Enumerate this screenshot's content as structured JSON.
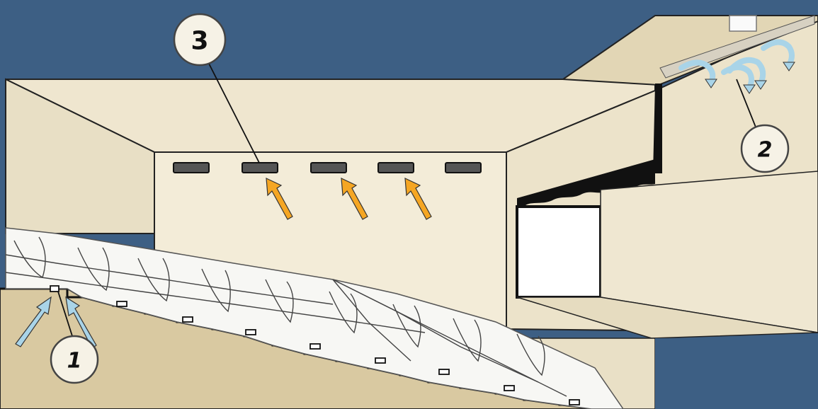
{
  "diagram": {
    "colors": {
      "background": "#3d5f84",
      "wall_light": "#f2ebd6",
      "wall_mid": "#e9dfc4",
      "floor": "#d9c9a1",
      "outline": "#222222",
      "supply_arrow": "#f5a623",
      "air_arrow": "#a9d4e8"
    },
    "callouts": [
      {
        "id": "1",
        "label": "1",
        "italic": true
      },
      {
        "id": "2",
        "label": "2",
        "italic": true
      },
      {
        "id": "3",
        "label": "3",
        "italic": false
      }
    ],
    "icons": {
      "ceiling_vent": "ceiling-vent-icon",
      "seat_vent": "seat-vent-icon",
      "orange_arrow": "arrow-up-left-icon",
      "blue_arrow": "arrow-up-icon",
      "curved_arrow": "curved-arrow-icon"
    }
  }
}
